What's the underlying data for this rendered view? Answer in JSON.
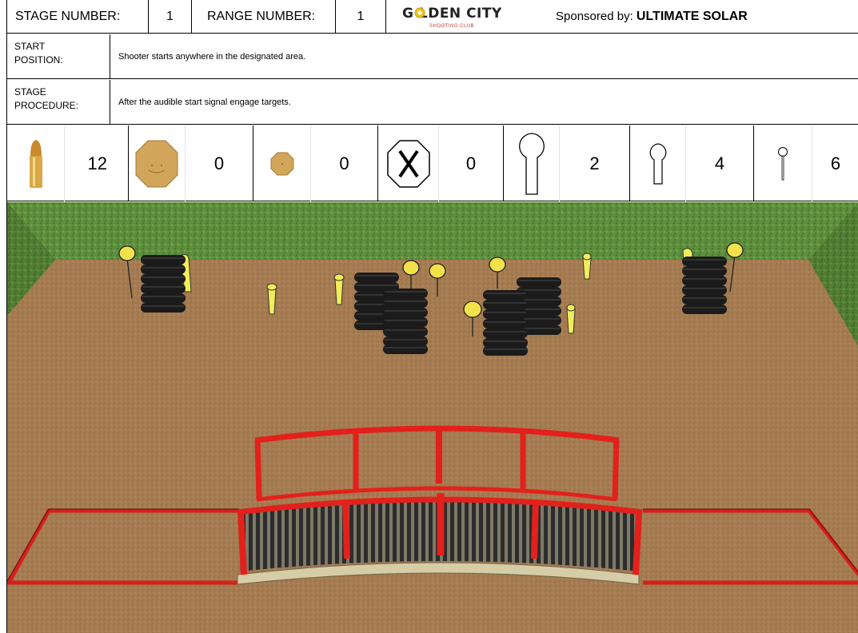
{
  "header": {
    "stage_label": "STAGE NUMBER:",
    "stage_number": "1",
    "range_label": "RANGE NUMBER:",
    "range_number": "1",
    "logo_main": "G LDEN CITY",
    "logo_sub": "SHOOTING CLUB",
    "sponsor_label": "Sponsored by:",
    "sponsor_name": "ULTIMATE SOLAR"
  },
  "start_position": {
    "label_line1": "START",
    "label_line2": "POSITION:",
    "text": "Shooter starts anywhere in the designated area."
  },
  "stage_procedure": {
    "label_line1": "STAGE",
    "label_line2": "PROCEDURE:",
    "text": "After the audible start signal engage targets."
  },
  "targets": [
    {
      "icon": "bullet-icon",
      "count": "12"
    },
    {
      "icon": "large-octagon-steel-target-icon",
      "count": "0"
    },
    {
      "icon": "small-octagon-steel-target-icon",
      "count": "0"
    },
    {
      "icon": "no-shoot-target-icon",
      "count": "0"
    },
    {
      "icon": "large-popper-icon",
      "count": "2"
    },
    {
      "icon": "medium-popper-icon",
      "count": "4"
    },
    {
      "icon": "small-plate-on-stand-icon",
      "count": "6"
    }
  ],
  "colors": {
    "grass": "#5a8a3a",
    "dirt": "#a87d55",
    "bridge_red": "#e3201b",
    "steel_tan": "#c9a35a",
    "popper_yellow": "#f2ec5a",
    "tyre_black": "#1a1a1a"
  }
}
